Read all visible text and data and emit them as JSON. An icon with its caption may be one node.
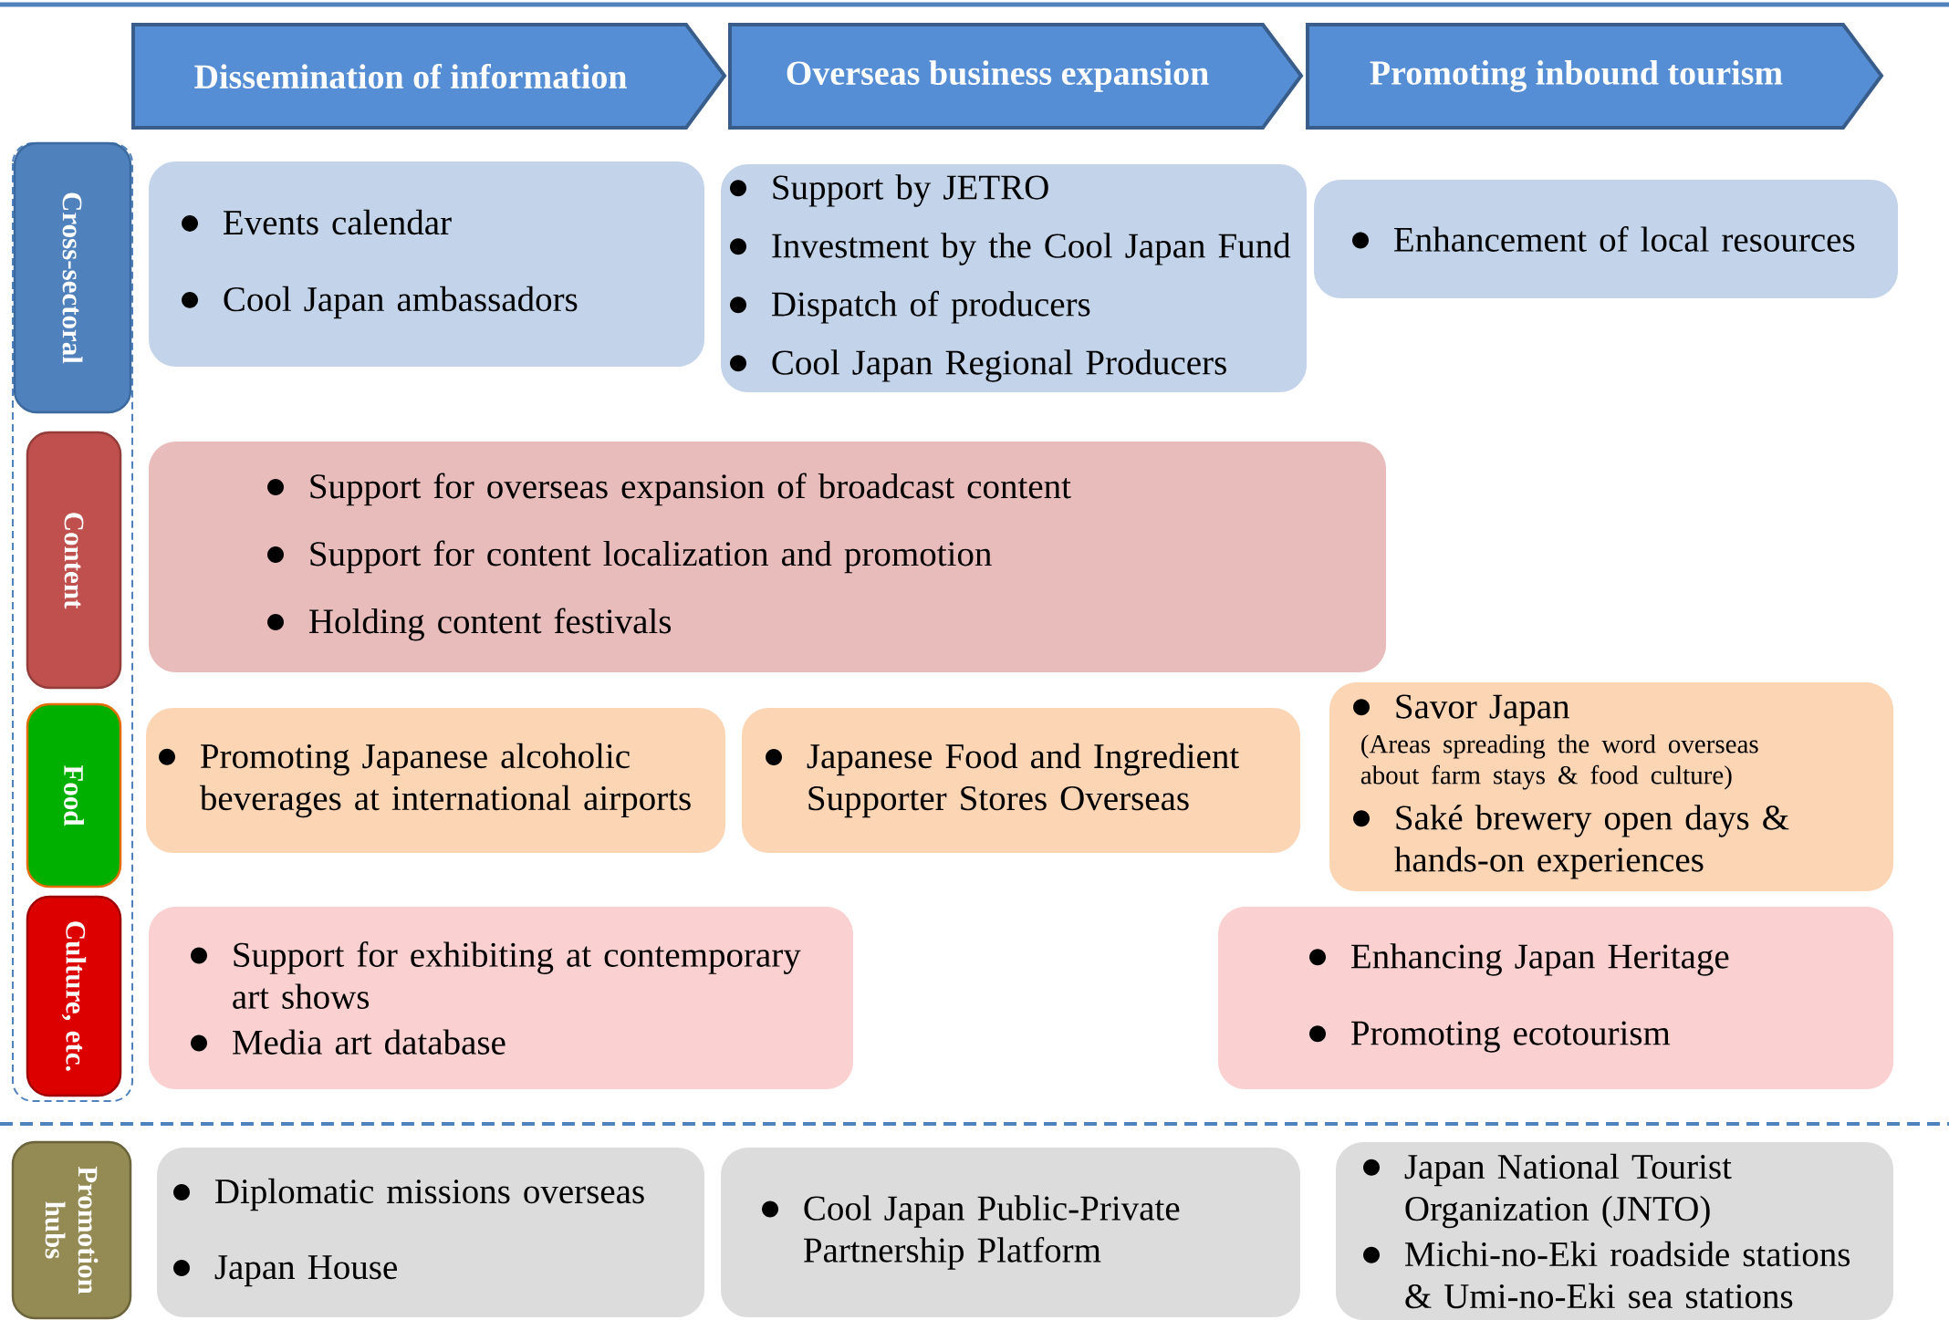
{
  "diagram": {
    "nodes": [
      {
        "text": [
          "Dissemination of information"
        ]
      },
      {
        "text": [
          "Overseas business expansion"
        ]
      },
      {
        "text": [
          "Promoting inbound tourism"
        ]
      },
      {
        "text": [
          "Cross-sectoral"
        ]
      },
      {
        "text": [
          "Content"
        ]
      },
      {
        "text": [
          "Food"
        ]
      },
      {
        "text": [
          "Culture, etc."
        ]
      },
      {
        "text": [
          "Promotion hubs"
        ]
      },
      {
        "text": [
          "Events calendar",
          "Cool Japan ambassadors"
        ]
      },
      {
        "text": [
          "Support by JETRO",
          "Investment by the Cool Japan Fund",
          "Dispatch of producers",
          "Cool Japan Regional Producers"
        ]
      },
      {
        "text": [
          "Enhancement of local resources"
        ]
      },
      {
        "text": [
          "Support for overseas expansion of broadcast content",
          "Support for content localization and promotion",
          "Holding content festivals"
        ]
      },
      {
        "text": [
          "Promoting Japanese alcoholic beverages at international airports"
        ]
      },
      {
        "text": [
          "Japanese Food and Ingredient Supporter Stores Overseas"
        ]
      },
      {
        "text": [
          "Savor Japan",
          "(Areas spreading the word overseas about farm stays & food culture)",
          "Saké brewery open days & hands-on experiences"
        ]
      },
      {
        "text": [
          "Support for exhibiting at contemporary art shows",
          "Media art database"
        ]
      },
      {
        "text": [
          "Enhancing Japan Heritage",
          "Promoting ecotourism"
        ]
      },
      {
        "text": [
          "Diplomatic missions overseas",
          "Japan House"
        ]
      },
      {
        "text": [
          "Cool Japan Public-Private Partnership Platform"
        ]
      },
      {
        "text": [
          "Japan National Tourist Organization (JNTO)",
          "Michi-no-Eki roadside stations & Umi-no-Eki sea stations"
        ]
      }
    ]
  }
}
